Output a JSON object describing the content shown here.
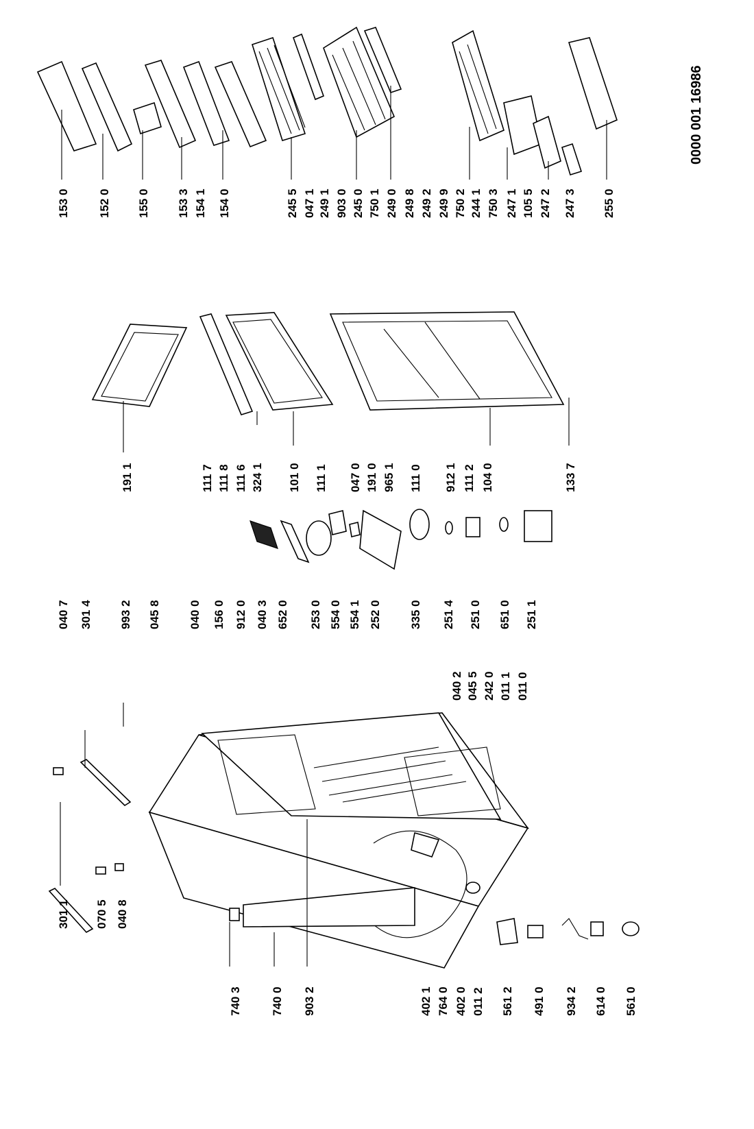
{
  "document_number": "0000 001 16986",
  "callouts": [
    {
      "id": "c01",
      "label": "301 1"
    },
    {
      "id": "c02",
      "label": "070 5"
    },
    {
      "id": "c03",
      "label": "040 8"
    },
    {
      "id": "c04",
      "label": "040 7"
    },
    {
      "id": "c05",
      "label": "301 4"
    },
    {
      "id": "c06",
      "label": "993 2"
    },
    {
      "id": "c07",
      "label": "045 8"
    },
    {
      "id": "c08",
      "label": "040 0"
    },
    {
      "id": "c09",
      "label": "156 0"
    },
    {
      "id": "c10",
      "label": "912 0"
    },
    {
      "id": "c11",
      "label": "040 3"
    },
    {
      "id": "c12",
      "label": "652 0"
    },
    {
      "id": "c13",
      "label": "253 0"
    },
    {
      "id": "c14",
      "label": "554 0"
    },
    {
      "id": "c15",
      "label": "554 1"
    },
    {
      "id": "c16",
      "label": "252 0"
    },
    {
      "id": "c17",
      "label": "335 0"
    },
    {
      "id": "c18",
      "label": "251 4"
    },
    {
      "id": "c19",
      "label": "251 0"
    },
    {
      "id": "c20",
      "label": "651 0"
    },
    {
      "id": "c21",
      "label": "251 1"
    },
    {
      "id": "c22",
      "label": "040 2"
    },
    {
      "id": "c23",
      "label": "045 5"
    },
    {
      "id": "c24",
      "label": "242 0"
    },
    {
      "id": "c25",
      "label": "011 1"
    },
    {
      "id": "c26",
      "label": "011 0"
    },
    {
      "id": "c27",
      "label": "740 3"
    },
    {
      "id": "c28",
      "label": "740 0"
    },
    {
      "id": "c29",
      "label": "903 2"
    },
    {
      "id": "c30",
      "label": "402 1"
    },
    {
      "id": "c31",
      "label": "764 0"
    },
    {
      "id": "c32",
      "label": "402 0"
    },
    {
      "id": "c33",
      "label": "011 2"
    },
    {
      "id": "c34",
      "label": "561 2"
    },
    {
      "id": "c35",
      "label": "491 0"
    },
    {
      "id": "c36",
      "label": "934 2"
    },
    {
      "id": "c37",
      "label": "614 0"
    },
    {
      "id": "c38",
      "label": "561 0"
    },
    {
      "id": "c39",
      "label": "191 1"
    },
    {
      "id": "c40",
      "label": "111 7"
    },
    {
      "id": "c41",
      "label": "111 8"
    },
    {
      "id": "c42",
      "label": "111 6"
    },
    {
      "id": "c43",
      "label": "324 1"
    },
    {
      "id": "c44",
      "label": "101 0"
    },
    {
      "id": "c45",
      "label": "111 1"
    },
    {
      "id": "c46",
      "label": "047 0"
    },
    {
      "id": "c47",
      "label": "191 0"
    },
    {
      "id": "c48",
      "label": "965 1"
    },
    {
      "id": "c49",
      "label": "111 0"
    },
    {
      "id": "c50",
      "label": "912 1"
    },
    {
      "id": "c51",
      "label": "111 2"
    },
    {
      "id": "c52",
      "label": "104 0"
    },
    {
      "id": "c53",
      "label": "133 7"
    },
    {
      "id": "c54",
      "label": "153 0"
    },
    {
      "id": "c55",
      "label": "152 0"
    },
    {
      "id": "c56",
      "label": "155 0"
    },
    {
      "id": "c57",
      "label": "153 3"
    },
    {
      "id": "c58",
      "label": "154 1"
    },
    {
      "id": "c59",
      "label": "154 0"
    },
    {
      "id": "c60",
      "label": "245 5"
    },
    {
      "id": "c61",
      "label": "047 1"
    },
    {
      "id": "c62",
      "label": "249 1"
    },
    {
      "id": "c63",
      "label": "903 0"
    },
    {
      "id": "c64",
      "label": "245 0"
    },
    {
      "id": "c65",
      "label": "750 1"
    },
    {
      "id": "c66",
      "label": "249 0"
    },
    {
      "id": "c67",
      "label": "249 8"
    },
    {
      "id": "c68",
      "label": "249 2"
    },
    {
      "id": "c69",
      "label": "249 9"
    },
    {
      "id": "c70",
      "label": "750 2"
    },
    {
      "id": "c71",
      "label": "244 1"
    },
    {
      "id": "c72",
      "label": "750 3"
    },
    {
      "id": "c73",
      "label": "247 1"
    },
    {
      "id": "c74",
      "label": "105 5"
    },
    {
      "id": "c75",
      "label": "247 2"
    },
    {
      "id": "c76",
      "label": "247 3"
    },
    {
      "id": "c77",
      "label": "255 0"
    }
  ]
}
